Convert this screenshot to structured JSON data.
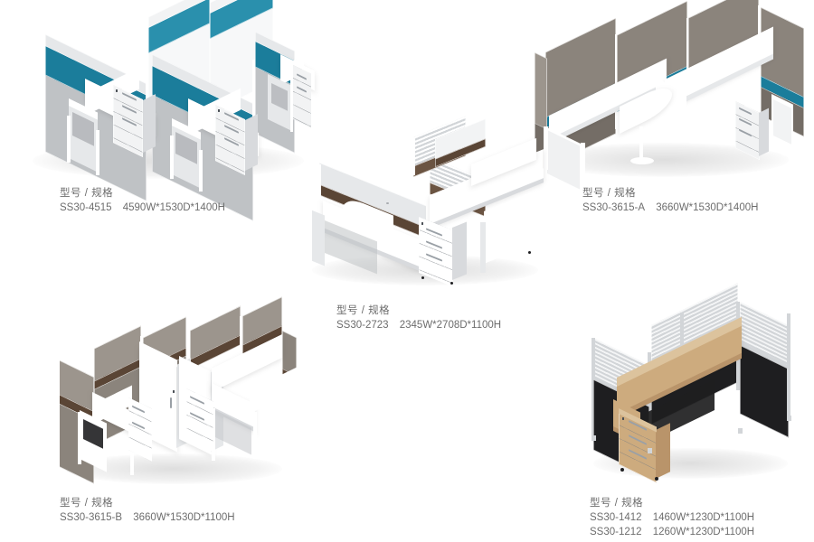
{
  "page": {
    "background_color": "#ffffff",
    "text_color": "#6d6d6d",
    "title_label": "型号 / 规格"
  },
  "palette": {
    "teal": "#1b7d9b",
    "taupe": "#8b847c",
    "brown": "#5a4535",
    "brown_light": "#6b5442",
    "black": "#1e1e20",
    "wood": "#cdab7e",
    "white": "#ffffff",
    "panel_gray": "#bfc2c5",
    "aluminum": "#d2d5d8"
  },
  "products": [
    {
      "id": "ss30-4515",
      "position": "top-left",
      "caption_title": "型号 / 规格",
      "entries": [
        {
          "model": "SS30-4515",
          "dimensions": "4590W*1530D*1400H"
        }
      ],
      "description": "four-person cubicle cluster with teal accent screens, white desks and three-drawer pedestals",
      "panel_colors": [
        "#bfc2c5",
        "#1b7d9b",
        "#ffffff"
      ],
      "worktop_color": "#ffffff",
      "seats": 4
    },
    {
      "id": "ss30-3615-a",
      "position": "top-right",
      "caption_title": "型号 / 规格",
      "entries": [
        {
          "model": "SS30-3615-A",
          "dimensions": "3660W*1530D*1400H"
        }
      ],
      "description": "two-person back-to-back L workstation, taupe fabric panels with teal stripe, round-end meeting extension on disc pedestal",
      "panel_colors": [
        "#8b847c",
        "#1b7d9b",
        "#ffffff"
      ],
      "worktop_color": "#ffffff",
      "seats": 2
    },
    {
      "id": "ss30-2723",
      "position": "center",
      "caption_title": "型号 / 规格",
      "entries": [
        {
          "model": "SS30-2723",
          "dimensions": "2345W*2708D*1100H"
        }
      ],
      "description": "three-person 120-degree cluster, light panels with brown accent stripe and louvered screens, white worktops, mobile pedestals",
      "panel_colors": [
        "#e6e8ea",
        "#5a4535",
        "#ffffff"
      ],
      "worktop_color": "#ffffff",
      "seats": 3
    },
    {
      "id": "ss30-3615-b",
      "position": "bottom-left",
      "caption_title": "型号 / 规格",
      "entries": [
        {
          "model": "SS30-3615-B",
          "dimensions": "3660W*1530D*1100H"
        }
      ],
      "description": "four-person cubicle with taupe panels and brown stripes, central tall storage cabinets, L-shaped worktops",
      "panel_colors": [
        "#8b847c",
        "#5a4535",
        "#ffffff"
      ],
      "worktop_color": "#ffffff",
      "seats": 4
    },
    {
      "id": "ss30-1412",
      "position": "bottom-right",
      "caption_title": "型号 / 规格",
      "entries": [
        {
          "model": "SS30-1412",
          "dimensions": "1460W*1230D*1100H"
        },
        {
          "model": "SS30-1212",
          "dimensions": "1260W*1230D*1100H"
        }
      ],
      "description": "single-seat cubicle, black fabric lower panels with aluminium louvered top screens, oak worktop and matching mobile pedestal",
      "panel_colors": [
        "#1e1e20",
        "#d2d5d8",
        "#cdab7e"
      ],
      "worktop_color": "#cdab7e",
      "seats": 1
    }
  ]
}
